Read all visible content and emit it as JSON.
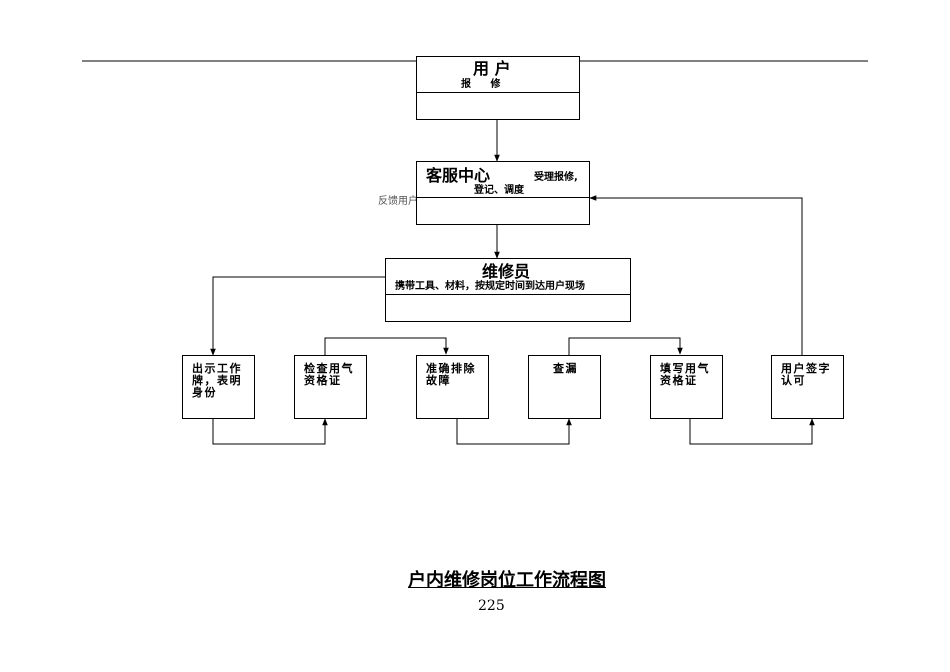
{
  "user": {
    "title": "用 户",
    "subtitle": "报 修"
  },
  "service_center": {
    "title": "客服中心",
    "note": "受理报修,",
    "detail": "登记、调度"
  },
  "feedback_label": "反馈用户",
  "technician": {
    "title": "维修员",
    "detail": "携带工具、材料，按规定时间到达用户现场"
  },
  "steps": [
    "出示工作牌，表明身份",
    "检查用气资格证",
    "准确排除故障",
    "查漏",
    "填写用气资格证",
    "用户签字认可"
  ],
  "page_title": "户内维修岗位工作流程图",
  "page_number": "225"
}
